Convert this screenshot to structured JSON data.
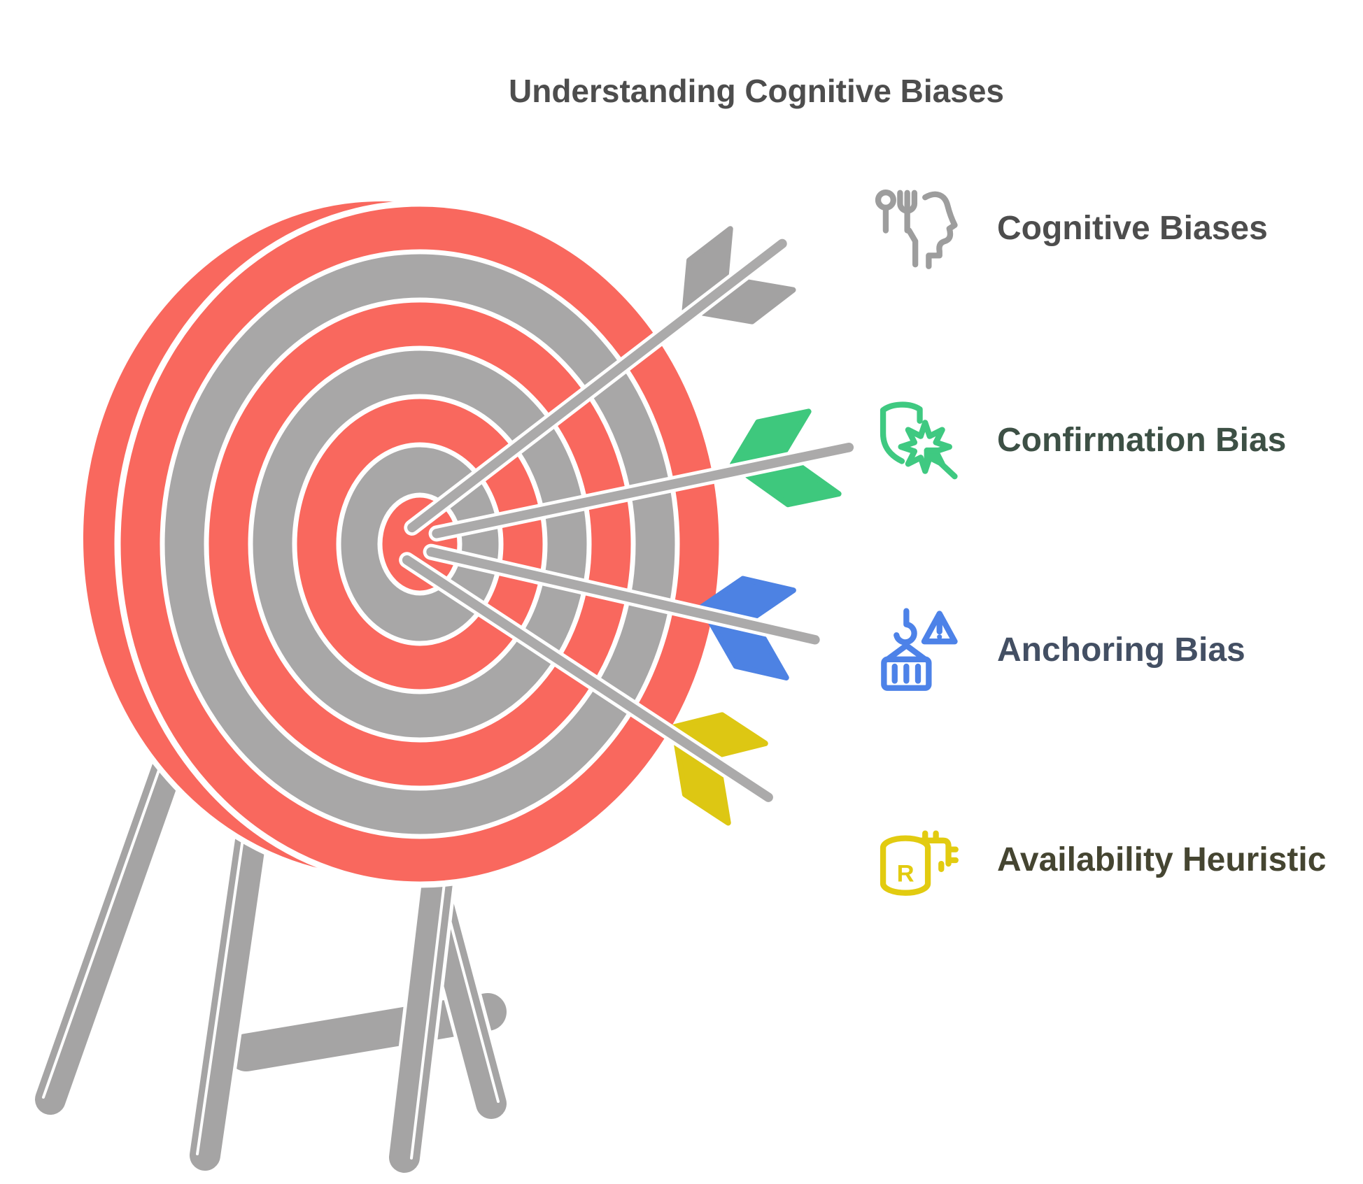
{
  "title": "Understanding Cognitive Biases",
  "title_color": "#4D4D4D",
  "items": [
    {
      "label": "Cognitive Biases",
      "icon": "head-with-cutlery-icon",
      "color": "#9D9D9D",
      "text_color": "#4D4D4D"
    },
    {
      "label": "Confirmation Bias",
      "icon": "shield-impact-arrow-icon",
      "color": "#3FC981",
      "text_color": "#3D5045"
    },
    {
      "label": "Anchoring Bias",
      "icon": "crane-container-warning-icon",
      "color": "#4D82E8",
      "text_color": "#434F63"
    },
    {
      "label": "Availability Heuristic",
      "icon": "database-r-chip-icon",
      "color": "#E2CB10",
      "text_color": "#454531"
    }
  ],
  "illustration": {
    "description": "archery target on a wooden tripod stand with four arrows stuck in the bullseye; each arrow's fletching color matches a listed bias",
    "rings": {
      "count": 7,
      "pattern": "alternating red and gray from outer ring to red bullseye"
    },
    "arrow_fletching_order_top_to_bottom": [
      "gray",
      "green",
      "blue",
      "yellow"
    ],
    "colors": {
      "target_red": "#F9685E",
      "target_gray": "#A8A7A7",
      "stand_gray": "#A5A4A4",
      "arrow_shaft": "#ABAAAA",
      "fletching": [
        "#A3A2A2",
        "#3EC87D",
        "#4D82E3",
        "#DDC713"
      ]
    }
  }
}
